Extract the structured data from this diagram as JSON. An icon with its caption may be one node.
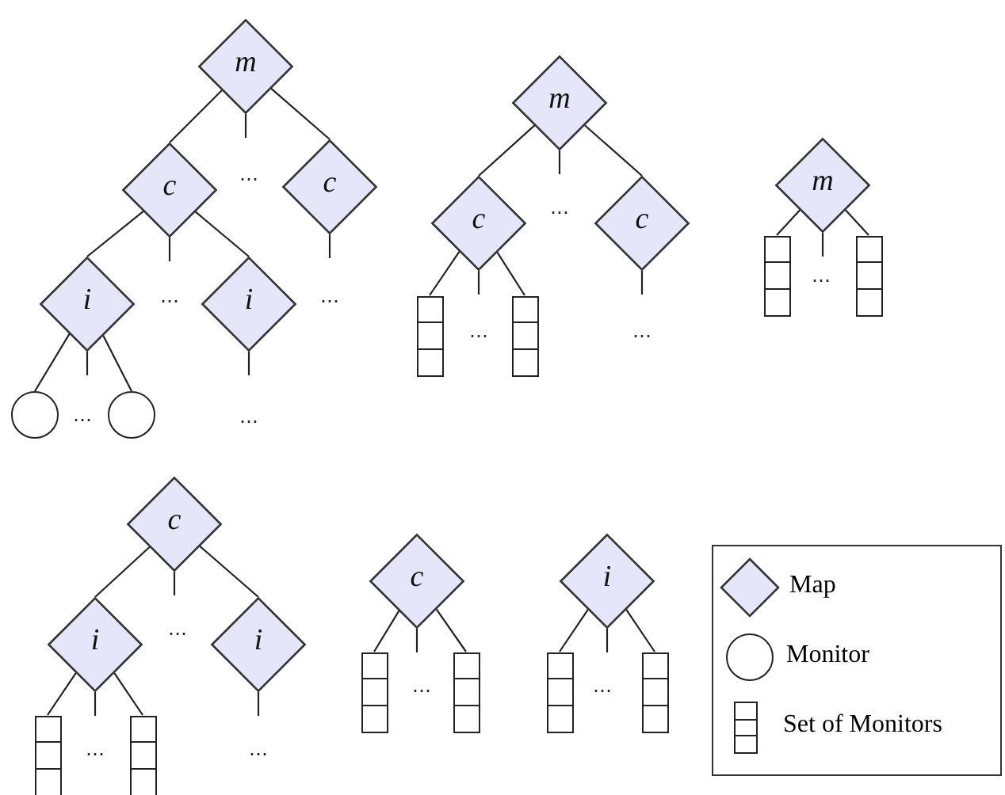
{
  "diagram": {
    "nodes": [
      {
        "text": [
          "m"
        ]
      },
      {
        "text": [
          "c"
        ]
      },
      {
        "text": [
          "c"
        ]
      },
      {
        "text": [
          "i"
        ]
      },
      {
        "text": [
          "i"
        ]
      },
      {
        "text": [],
        "shape": "circle"
      },
      {
        "text": [],
        "shape": "circle"
      },
      {
        "text": [
          "m"
        ]
      },
      {
        "text": [
          "c"
        ]
      },
      {
        "text": [
          "c"
        ]
      },
      {
        "text": [],
        "shape": "box"
      },
      {
        "text": [],
        "shape": "box"
      },
      {
        "text": [
          "m"
        ]
      },
      {
        "text": [],
        "shape": "box"
      },
      {
        "text": [],
        "shape": "box"
      },
      {
        "text": [
          "c"
        ]
      },
      {
        "text": [
          "i"
        ]
      },
      {
        "text": [
          "i"
        ]
      },
      {
        "text": [],
        "shape": "box"
      },
      {
        "text": [],
        "shape": "box"
      },
      {
        "text": [
          "c"
        ]
      },
      {
        "text": [],
        "shape": "box"
      },
      {
        "text": [],
        "shape": "box"
      },
      {
        "text": [
          "i"
        ]
      },
      {
        "text": [],
        "shape": "box"
      },
      {
        "text": [],
        "shape": "box"
      }
    ],
    "edges": [
      {
        "from": 0,
        "to": 1,
        "arrow": "none"
      },
      {
        "from": 0,
        "to": 2,
        "arrow": "none"
      },
      {
        "from": 0,
        "to": null,
        "arrow": "none"
      },
      {
        "from": 1,
        "to": 3,
        "arrow": "none"
      },
      {
        "from": 1,
        "to": 4,
        "arrow": "none"
      },
      {
        "from": 1,
        "to": null,
        "arrow": "none"
      },
      {
        "from": 2,
        "to": null,
        "arrow": "none"
      },
      {
        "from": 3,
        "to": 5,
        "arrow": "none"
      },
      {
        "from": 3,
        "to": 6,
        "arrow": "none"
      },
      {
        "from": 3,
        "to": null,
        "arrow": "none"
      },
      {
        "from": 4,
        "to": null,
        "arrow": "none"
      },
      {
        "from": 7,
        "to": 8,
        "arrow": "none"
      },
      {
        "from": 7,
        "to": 9,
        "arrow": "none"
      },
      {
        "from": 7,
        "to": null,
        "arrow": "none"
      },
      {
        "from": 8,
        "to": 10,
        "arrow": "none"
      },
      {
        "from": 8,
        "to": 11,
        "arrow": "none"
      },
      {
        "from": 8,
        "to": null,
        "arrow": "none"
      },
      {
        "from": 9,
        "to": null,
        "arrow": "none"
      },
      {
        "from": 12,
        "to": 13,
        "arrow": "none"
      },
      {
        "from": 12,
        "to": 14,
        "arrow": "none"
      },
      {
        "from": 12,
        "to": null,
        "arrow": "none"
      },
      {
        "from": 15,
        "to": 16,
        "arrow": "none"
      },
      {
        "from": 15,
        "to": 17,
        "arrow": "none"
      },
      {
        "from": 15,
        "to": null,
        "arrow": "none"
      },
      {
        "from": 16,
        "to": 18,
        "arrow": "none"
      },
      {
        "from": 16,
        "to": 19,
        "arrow": "none"
      },
      {
        "from": 16,
        "to": null,
        "arrow": "none"
      },
      {
        "from": 17,
        "to": null,
        "arrow": "none"
      },
      {
        "from": 20,
        "to": 21,
        "arrow": "none"
      },
      {
        "from": 20,
        "to": 22,
        "arrow": "none"
      },
      {
        "from": 20,
        "to": null,
        "arrow": "none"
      },
      {
        "from": 23,
        "to": 24,
        "arrow": "none"
      },
      {
        "from": 23,
        "to": 25,
        "arrow": "none"
      },
      {
        "from": 23,
        "to": null,
        "arrow": "none"
      }
    ],
    "labels": [
      "⋯",
      "⋯",
      "⋯",
      "⋯",
      "⋯",
      "⋯",
      "⋯",
      "⋯",
      "⋯",
      "⋯",
      "⋯",
      "⋯",
      "⋯",
      "⋯"
    ],
    "legend": [
      {
        "text": "Map"
      },
      {
        "text": "Monitor"
      },
      {
        "text": "Set of Monitors"
      }
    ]
  }
}
